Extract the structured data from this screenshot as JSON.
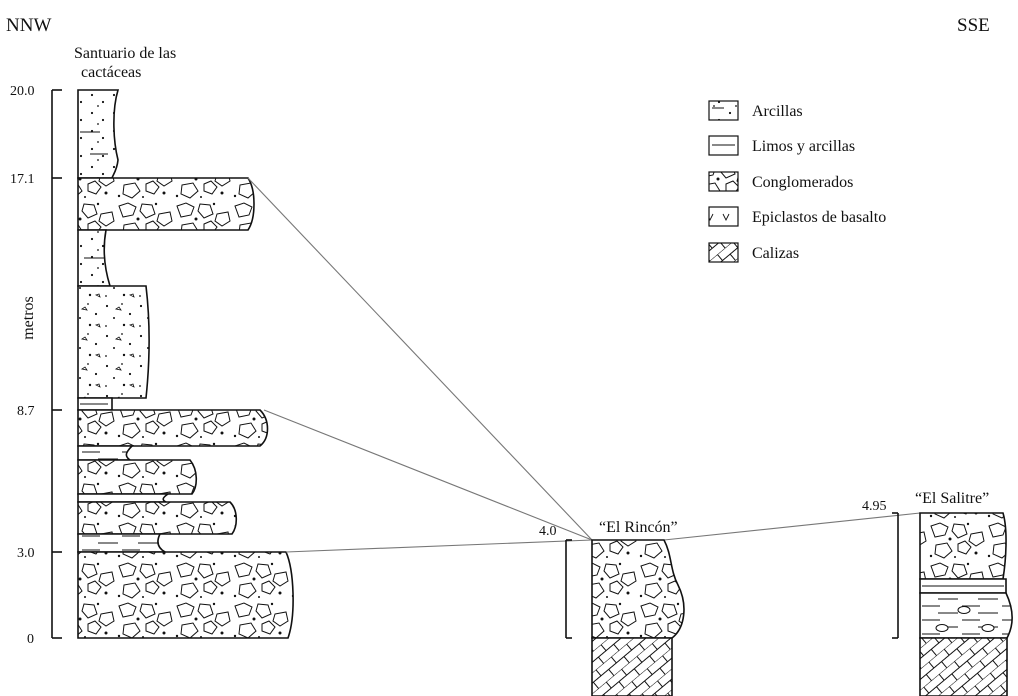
{
  "directions": {
    "left": "NNW",
    "right": "SSE"
  },
  "sections": {
    "santuario": {
      "title_line1": "Santuario de las",
      "title_line2": "cactáceas"
    },
    "rincon": {
      "title": "“El Rincón”",
      "top_value": "4.0"
    },
    "salitre": {
      "title": "“El Salitre”",
      "top_value": "4.95"
    }
  },
  "axis": {
    "label": "metros",
    "ticks": [
      "20.0",
      "17.1",
      "8.7",
      "3.0",
      "0"
    ]
  },
  "legend": [
    {
      "label": "Arcillas",
      "pattern": "arcillas"
    },
    {
      "label": "Limos y arcillas",
      "pattern": "limos"
    },
    {
      "label": "Conglomerados",
      "pattern": "conglomerados"
    },
    {
      "label": "Epiclastos de basalto",
      "pattern": "epiclastos"
    },
    {
      "label": "Calizas",
      "pattern": "calizas"
    }
  ]
}
